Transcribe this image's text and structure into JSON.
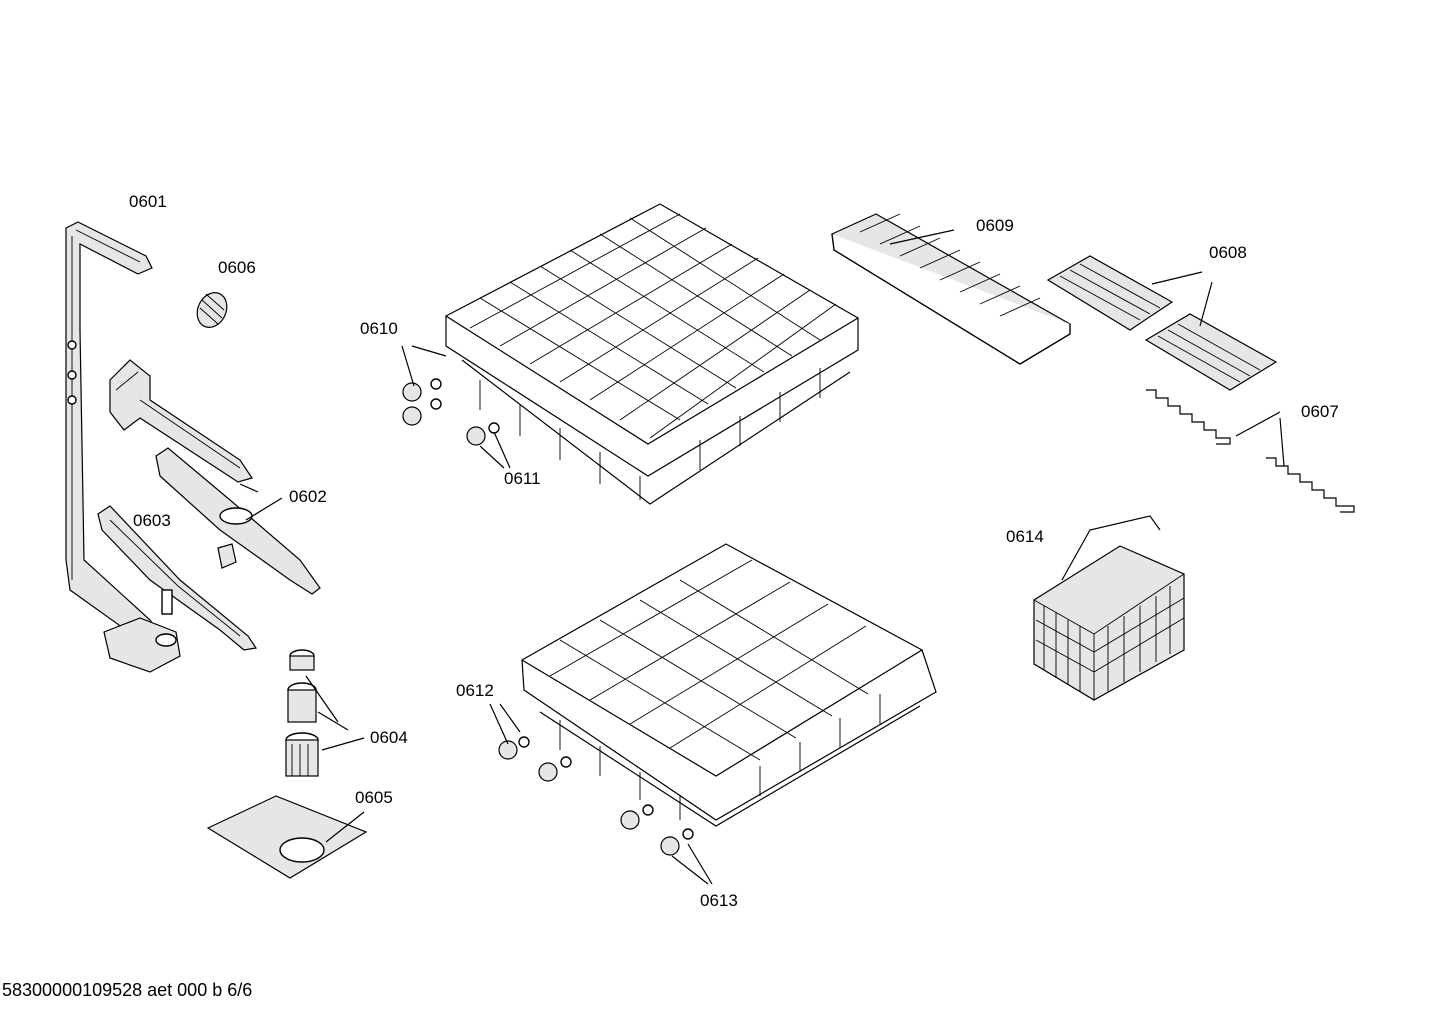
{
  "labels": {
    "p0601": "0601",
    "p0602": "0602",
    "p0603": "0603",
    "p0604": "0604",
    "p0605": "0605",
    "p0606": "0606",
    "p0607": "0607",
    "p0608": "0608",
    "p0609": "0609",
    "p0610": "0610",
    "p0611": "0611",
    "p0612": "0612",
    "p0613": "0613",
    "p0614": "0614"
  },
  "footer": "58300000109528 aet 000 b 6/6"
}
